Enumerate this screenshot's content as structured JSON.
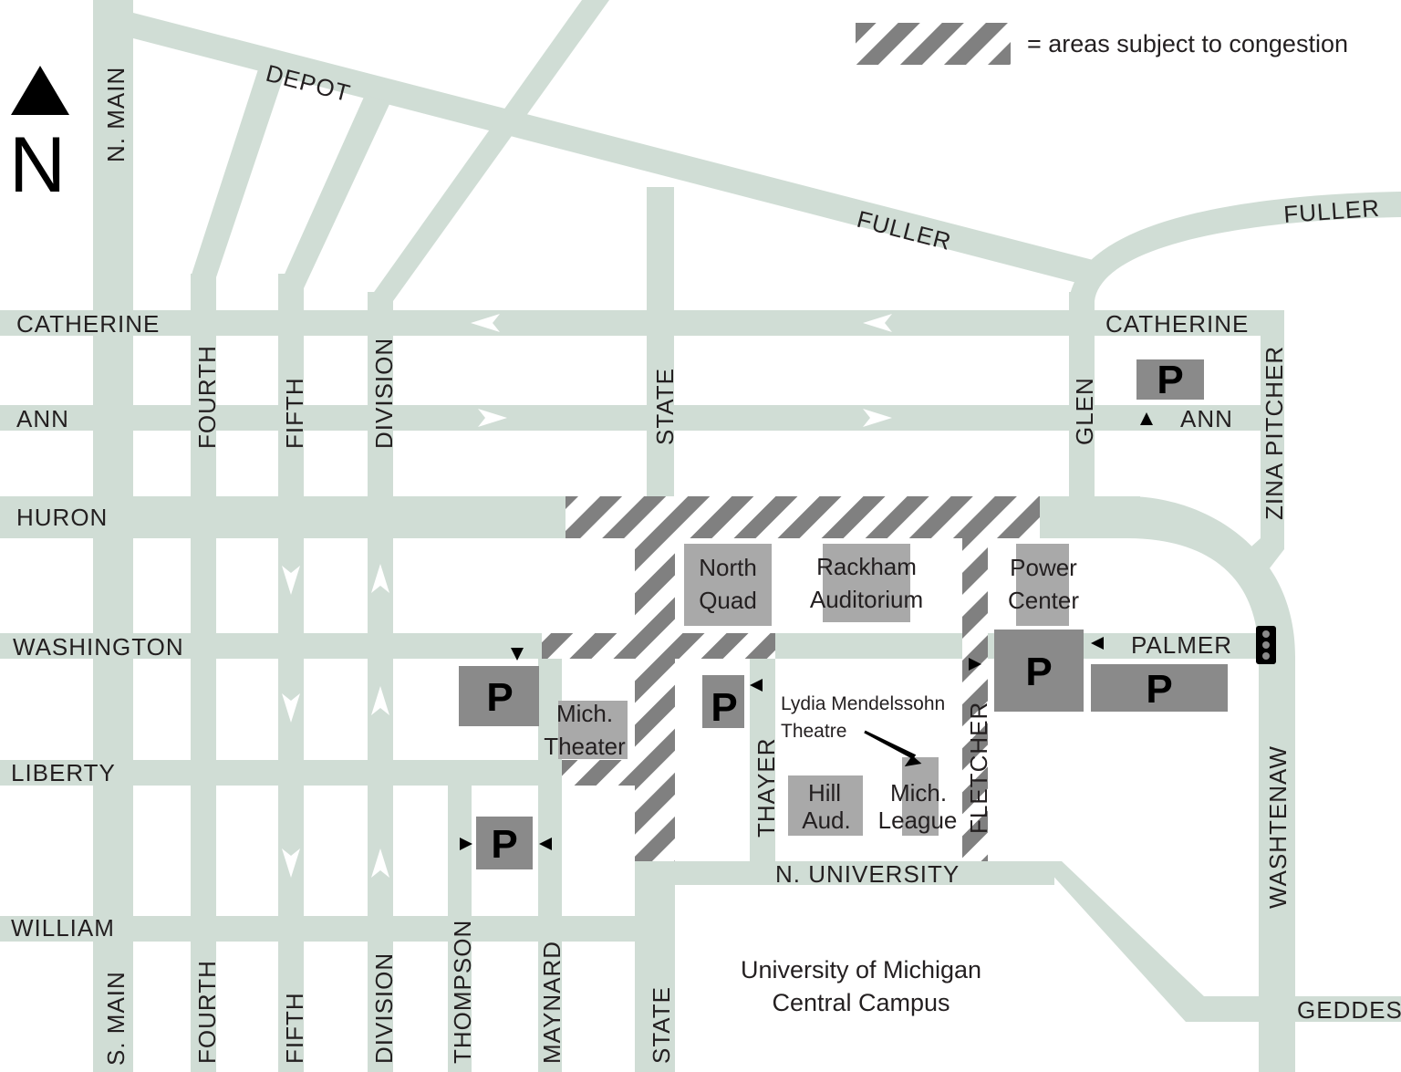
{
  "colors": {
    "road": "#d0ddd5",
    "congestion_stripe": "#808080",
    "building": "#a9a9a9",
    "parking": "#8a8a8a",
    "text": "#231f20",
    "oneway_arrow": "#ffffff"
  },
  "legend": {
    "text": "= areas subject to congestion"
  },
  "compass": {
    "letter": "N",
    "icon": "north-arrow-icon"
  },
  "streets": {
    "n_main": "N. MAIN",
    "s_main": "S. MAIN",
    "depot": "DEPOT",
    "fuller_west": "FULLER",
    "fuller_east": "FULLER",
    "catherine_west": "CATHERINE",
    "catherine_east": "CATHERINE",
    "ann_west": "ANN",
    "ann_east": "ANN",
    "huron": "HURON",
    "washington": "WASHINGTON",
    "liberty": "LIBERTY",
    "william": "WILLIAM",
    "fourth_north": "FOURTH",
    "fourth_south": "FOURTH",
    "fifth_north": "FIFTH",
    "fifth_south": "FIFTH",
    "division_north": "DIVISION",
    "division_south": "DIVISION",
    "state_north": "STATE",
    "state_south": "STATE",
    "thompson": "THOMPSON",
    "maynard": "MAYNARD",
    "thayer": "THAYER",
    "fletcher": "FLETCHER",
    "glen": "GLEN",
    "zina_pitcher": "ZINA PITCHER",
    "palmer": "PALMER",
    "washtenaw": "WASHTENAW",
    "geddes": "GEDDES",
    "n_university": "N. UNIVERSITY"
  },
  "buildings": {
    "north_quad": [
      "North",
      "Quad"
    ],
    "rackham": [
      "Rackham",
      "Auditorium"
    ],
    "power_center": [
      "Power",
      "Center"
    ],
    "mich_theater": [
      "Mich.",
      "Theater"
    ],
    "hill_aud": [
      "Hill",
      "Aud."
    ],
    "mich_league": [
      "Mich.",
      "League"
    ],
    "lydia_mendelssohn": [
      "Lydia Mendelssohn",
      "Theatre"
    ]
  },
  "parking": {
    "symbol": "P"
  },
  "campus": {
    "line1": "University of Michigan",
    "line2": "Central Campus"
  },
  "icons": {
    "traffic_light": "traffic-light-icon",
    "entrance_arrow": "entrance-arrow-icon",
    "oneway_arrow": "oneway-arrow-icon"
  }
}
